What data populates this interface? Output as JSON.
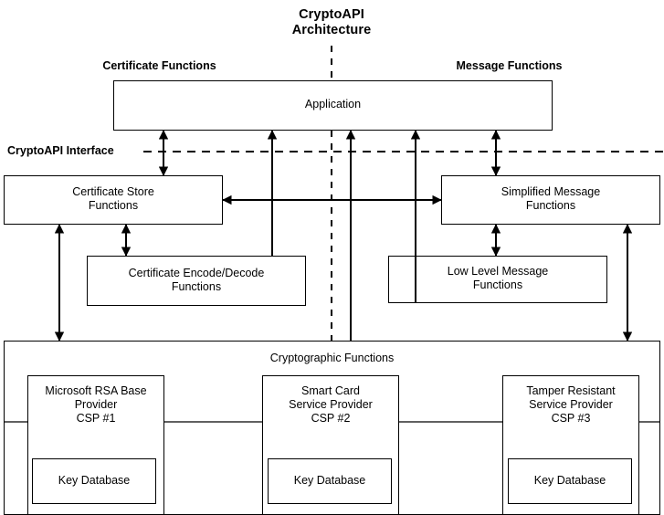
{
  "diagram": {
    "title": "CryptoAPI\nArchitecture",
    "interface_label": "CryptoAPI Interface",
    "column_headers": {
      "left": "Certificate Functions",
      "right": "Message Functions"
    },
    "boxes": {
      "application": "Application",
      "certificate_store": "Certificate Store\nFunctions",
      "simplified_message": "Simplified Message\nFunctions",
      "certificate_encode_decode": "Certificate Encode/Decode\nFunctions",
      "low_level_message": "Low Level Message\nFunctions",
      "cryptographic_functions": "Cryptographic Functions",
      "csp1": "Microsoft RSA Base\nProvider\nCSP #1",
      "csp2": "Smart Card\nService Provider\nCSP #2",
      "csp3": "Tamper Resistant\nService Provider\nCSP #3",
      "key_database_1": "Key Database",
      "key_database_2": "Key Database",
      "key_database_3": "Key Database"
    },
    "colors": {
      "stroke": "#000000",
      "background": "#ffffff",
      "text": "#000000"
    }
  }
}
